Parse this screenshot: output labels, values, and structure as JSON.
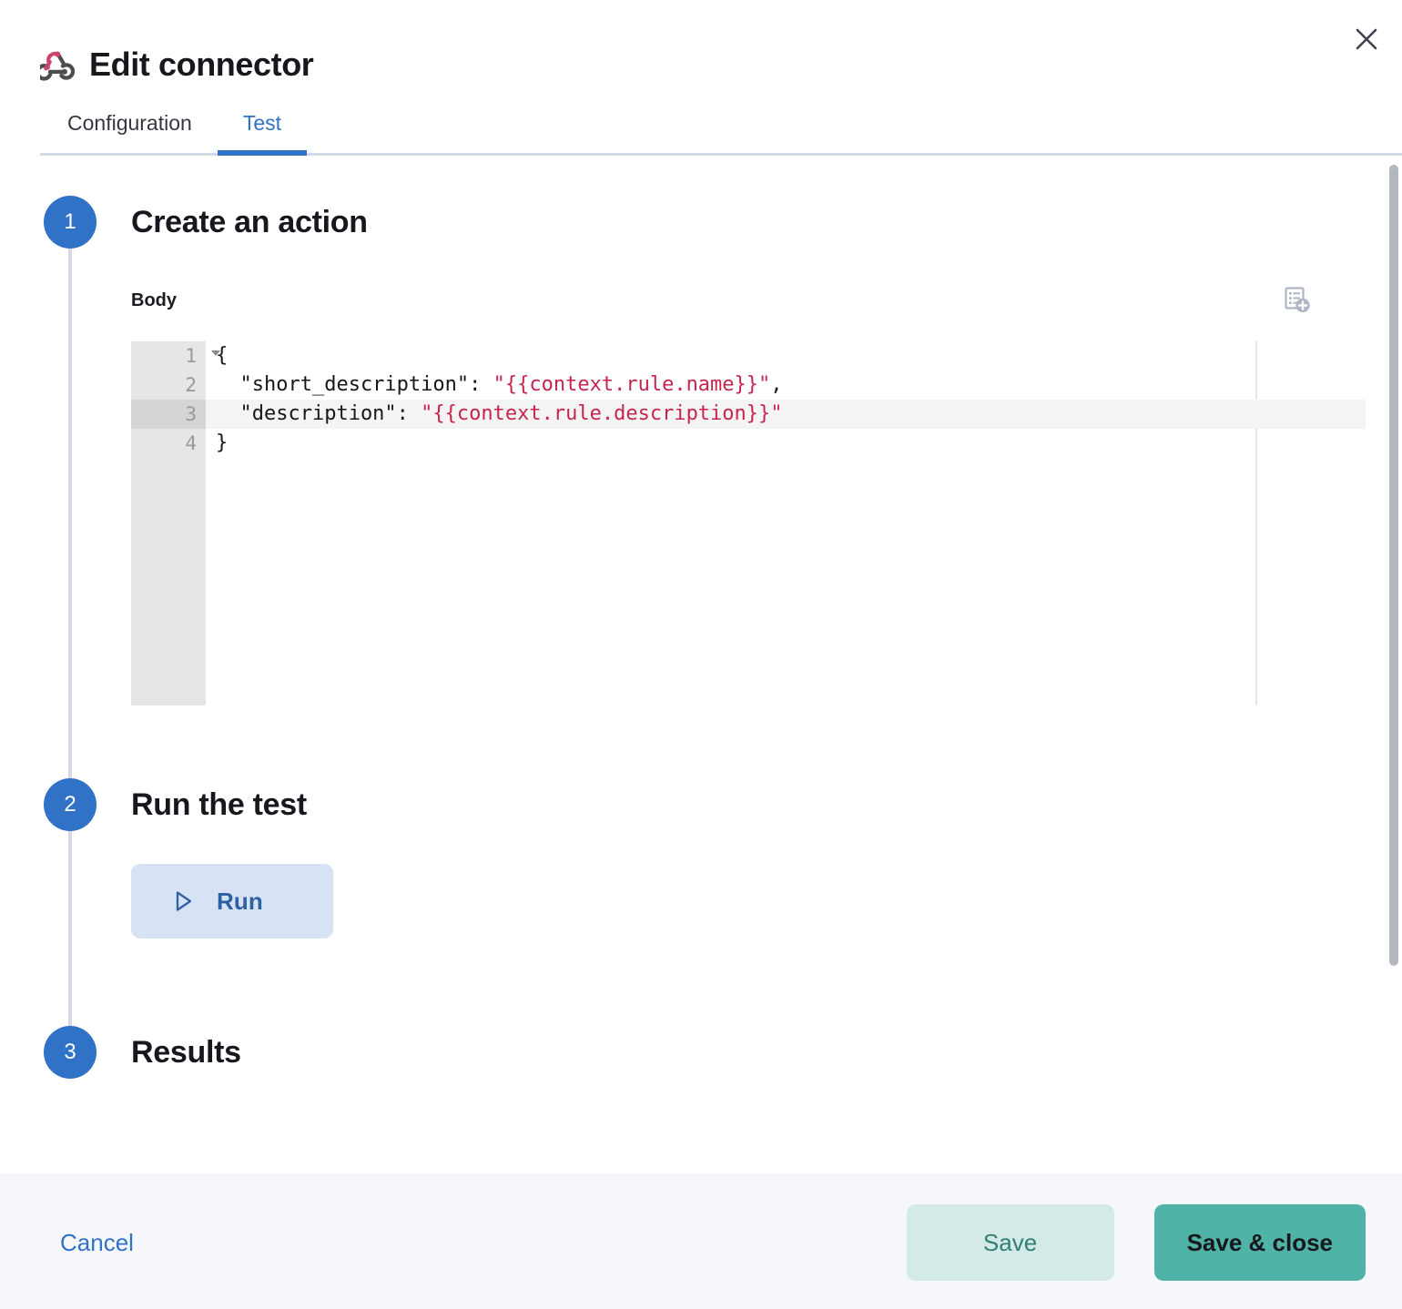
{
  "window": {
    "title": "Edit connector",
    "icon": "webhook-icon",
    "close_label": "×"
  },
  "tabs": [
    {
      "id": "configuration",
      "label": "Configuration",
      "active": false
    },
    {
      "id": "test",
      "label": "Test",
      "active": true
    }
  ],
  "steps": [
    {
      "number": "1",
      "title": "Create an action"
    },
    {
      "number": "2",
      "title": "Run the test"
    },
    {
      "number": "3",
      "title": "Results"
    }
  ],
  "body_field": {
    "label": "Body",
    "add_variable_icon": "add-variable-icon",
    "editor": {
      "active_line": 3,
      "lines": [
        {
          "number": "1",
          "foldable": true,
          "tokens": [
            {
              "text": "{",
              "type": "plain"
            }
          ]
        },
        {
          "number": "2",
          "foldable": false,
          "tokens": [
            {
              "text": "  \"short_description\": ",
              "type": "plain"
            },
            {
              "text": "\"{{context.rule.name}}\"",
              "type": "string"
            },
            {
              "text": ",",
              "type": "plain"
            }
          ]
        },
        {
          "number": "3",
          "foldable": false,
          "tokens": [
            {
              "text": "  \"description\": ",
              "type": "plain"
            },
            {
              "text": "\"{{context.rule.description}}\"",
              "type": "string"
            }
          ]
        },
        {
          "number": "4",
          "foldable": false,
          "tokens": [
            {
              "text": "}",
              "type": "plain"
            }
          ]
        }
      ]
    }
  },
  "run": {
    "label": "Run",
    "icon": "play-icon"
  },
  "footer": {
    "cancel_label": "Cancel",
    "save_label": "Save",
    "save_close_label": "Save & close"
  },
  "colors": {
    "accent_blue": "#2f72c6",
    "teal_primary": "#4fb3a8",
    "teal_light": "#d3eae6",
    "run_bg": "#d7e3f4",
    "code_string": "#c7254e",
    "webhook_pink": "#c9456a",
    "webhook_gray": "#4d4d4d",
    "footer_bg": "#f5f7fa"
  }
}
